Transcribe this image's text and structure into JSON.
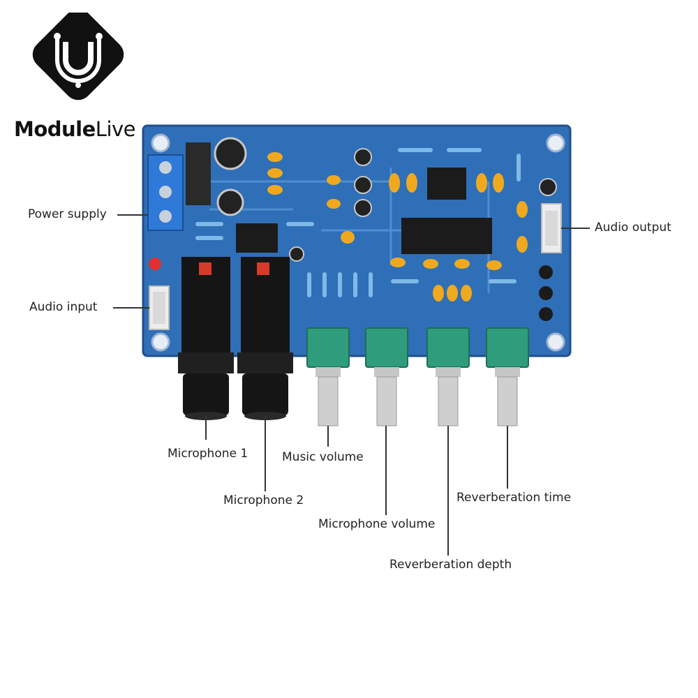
{
  "brand": {
    "part1": "Module",
    "part2": "Live"
  },
  "labels": {
    "power_supply": "Power supply",
    "audio_output": "Audio output",
    "audio_input": "Audio input",
    "microphone_1": "Microphone 1",
    "microphone_2": "Microphone 2",
    "music_volume": "Music volume",
    "microphone_volume": "Microphone volume",
    "reverberation_time": "Reverberation time",
    "reverberation_depth": "Reverberation depth"
  },
  "colors": {
    "pcb": "#2f6fb7",
    "pcb_dark": "#1f4f8e",
    "pot": "#2f9d7c",
    "capacitor": "#f0a91e",
    "label": "#222222"
  }
}
